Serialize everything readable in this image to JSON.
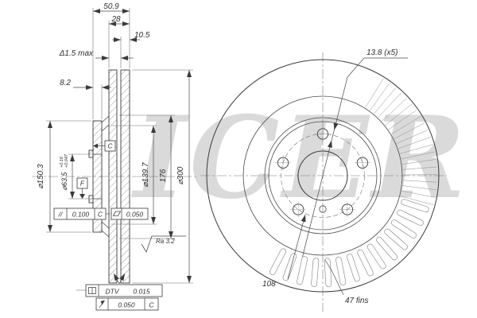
{
  "watermark": {
    "text": "ICER"
  },
  "section": {
    "dims": {
      "overall_thickness": "50.9",
      "disc_thickness": "28",
      "plate_thickness": "10.5",
      "runout_max": "Δ1.5 max",
      "hat_depth": "8.2",
      "hat_diameter": "⌀150.3",
      "bore_diameter": "⌀63.5",
      "bore_tol_upper": "+0.16",
      "bore_tol_lower": "+0.047",
      "step_diameter": "⌀139.7",
      "inner_diameter": "176",
      "outer_diameter": "⌀300"
    },
    "datum_c": "C",
    "datum_f": "F",
    "tolerances": {
      "parallelism_symbol": "//",
      "parallelism_value": "0.100",
      "parallelism_datum": "C",
      "flatness_value": "0.050",
      "dtv_label": "DTV",
      "dtv_value": "0.015",
      "runout_value": "0.050",
      "runout_datum": "C"
    },
    "surface_finish": "Ra 3.2"
  },
  "front": {
    "bolt_hole_diameter": "13.8 (x5)",
    "bolt_circle_diameter": "108",
    "fin_count": "47 fins"
  }
}
